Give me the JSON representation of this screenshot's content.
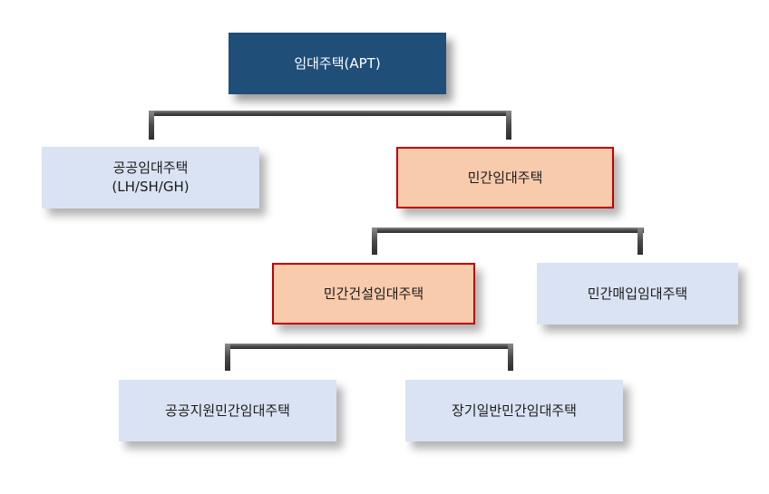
{
  "diagram": {
    "root": {
      "label": "임대주택(APT)"
    },
    "public": {
      "label": "공공임대주택\n(LH/SH/GH)"
    },
    "private": {
      "label": "민간임대주택"
    },
    "private_construction": {
      "label": "민간건설임대주택"
    },
    "private_purchase": {
      "label": "민간매입임대주택"
    },
    "public_support": {
      "label": "공공지원민간임대주택"
    },
    "long_term_general": {
      "label": "장기일반민간임대주택"
    }
  },
  "colors": {
    "root_fill": "#1f4e79",
    "node_fill": "#dae3f3",
    "highlight_fill": "#f8cbad",
    "highlight_border": "#c00000",
    "connector": "#555555"
  }
}
